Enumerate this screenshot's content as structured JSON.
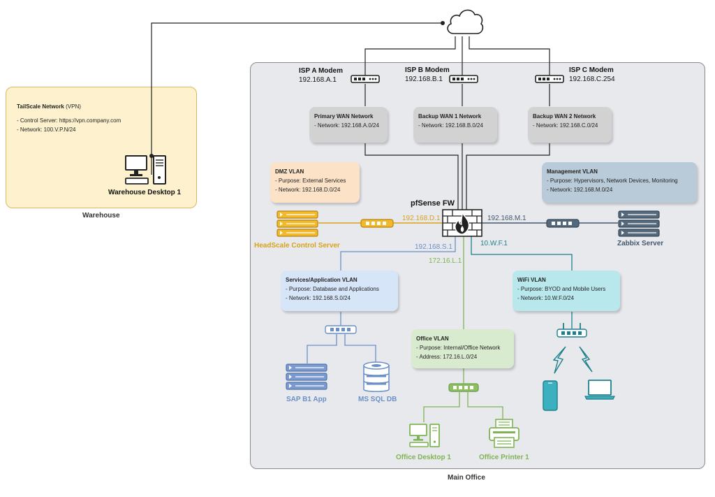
{
  "colors": {
    "dmz": "#d9a21b",
    "mgmt": "#44586d",
    "services": "#6b8fc8",
    "office": "#7fb454",
    "wifi": "#1d7f8c",
    "wan": "#222222"
  },
  "internet": {
    "icon": "cloud-icon"
  },
  "warehouse": {
    "region_label": "Warehouse",
    "vpn_title": "TailScale Network",
    "vpn_suffix": " (VPN)",
    "control_server": "- Control Server: https://vpn.company.com",
    "network": "- Network: 100.V.P.N/24",
    "desktop_label": "Warehouse Desktop 1"
  },
  "main_office": {
    "region_label": "Main Office",
    "modems": [
      {
        "title": "ISP A Modem",
        "ip": "192.168.A.1"
      },
      {
        "title": "ISP B Modem",
        "ip": "192.168.B.1"
      },
      {
        "title": "ISP C Modem",
        "ip": "192.168.C.254"
      }
    ],
    "wans": [
      {
        "title": "Primary WAN Network",
        "network": "- Network: 192.168.A.0/24"
      },
      {
        "title": "Backup WAN 1 Network",
        "network": "- Network: 192.168.B.0/24"
      },
      {
        "title": "Backup WAN 2 Network",
        "network": "- Network: 192.168.C.0/24"
      }
    ],
    "firewall_label": "pfSense FW",
    "dmz": {
      "title": "DMZ VLAN",
      "purpose": "- Purpose: External Services",
      "network": "- Network: 192.168.D.0/24",
      "ip": "192.168.D.1",
      "server_label": "HeadScale Control Server"
    },
    "mgmt": {
      "title": "Management VLAN",
      "purpose": "- Purpose: Hypervisors, Network Devices, Monitoring",
      "network": "- Network: 192.168.M.0/24",
      "ip": "192.168.M.1",
      "server_label": "Zabbix Server"
    },
    "services": {
      "title": "Services/Application VLAN",
      "purpose": "- Purpose: Database and Applications",
      "network": "- Network: 192.168.S.0/24",
      "ip": "192.168.S.1",
      "app_label": "SAP B1 App",
      "db_label": "MS SQL DB"
    },
    "office": {
      "title": "Office VLAN",
      "purpose": "- Purpose: Internal/Office Network",
      "address": "- Address: 172.16.L.0/24",
      "ip": "172.16.L.1",
      "desktop_label": "Office Desktop 1",
      "printer_label": "Office Printer 1"
    },
    "wifi": {
      "title": "WiFi VLAN",
      "purpose": "- Purpose: BYOD and Mobile Users",
      "network": "- Network: 10.W.F.0/24",
      "ip": "10.W.F.1"
    }
  }
}
